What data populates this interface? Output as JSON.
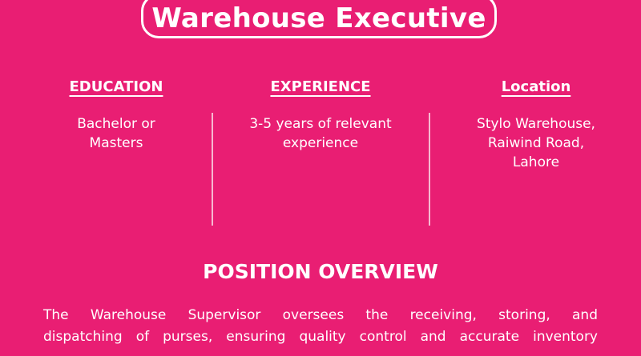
{
  "title": "Warehouse Executive",
  "columns": [
    {
      "heading": "EDUCATION",
      "text": "Bachelor or Masters"
    },
    {
      "heading": "EXPERIENCE",
      "text": "3-5 years of relevant experience"
    },
    {
      "heading": "Location",
      "text": "Stylo Warehouse, Raiwind Road, Lahore"
    }
  ],
  "overview": {
    "heading": "POSITION OVERVIEW",
    "lines": [
      "The Warehouse Supervisor oversees the receiving, storing, and",
      "dispatching of purses, ensuring quality control and accurate inventory"
    ]
  },
  "colors": {
    "background": "#e91e73",
    "text": "#ffffff"
  }
}
